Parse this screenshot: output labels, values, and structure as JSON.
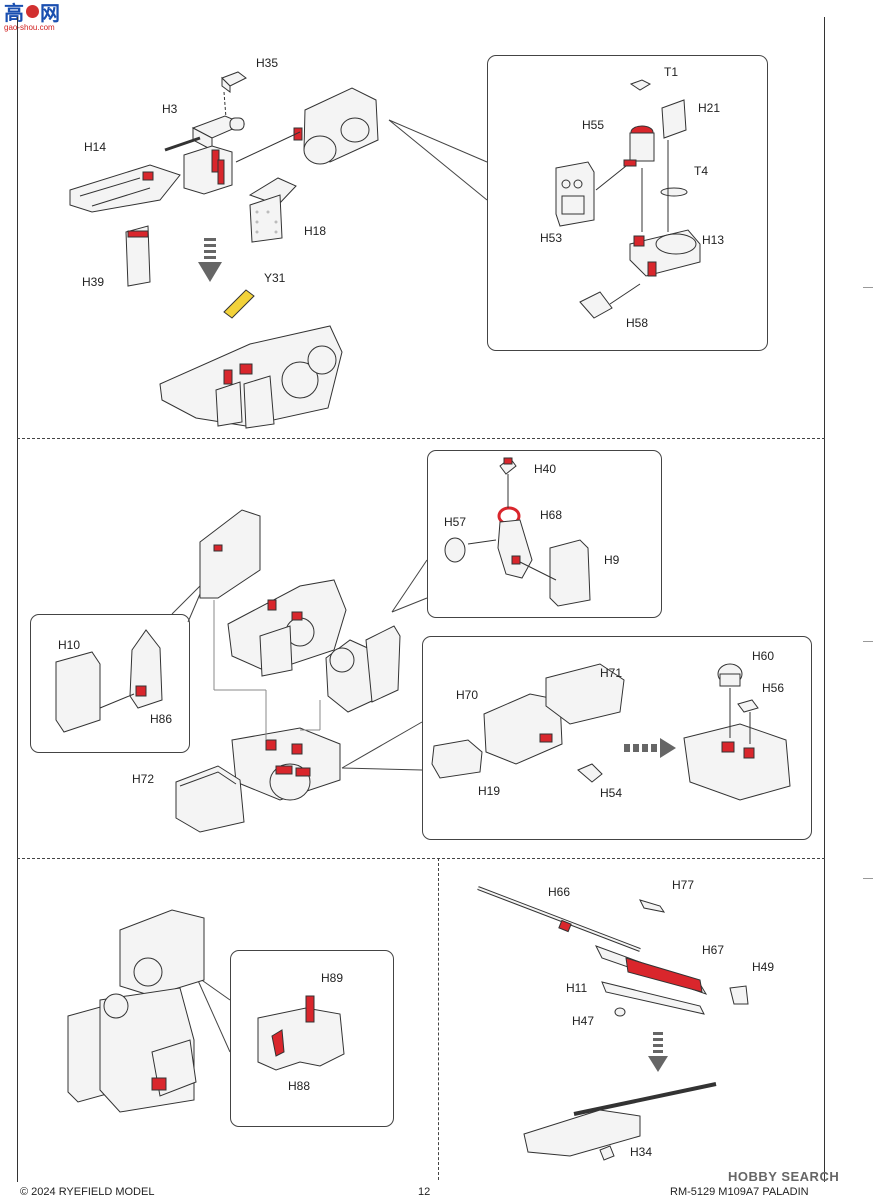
{
  "logo": {
    "text": "高●网",
    "sub": "gao-shou.com"
  },
  "watermark": "HOBBY SEARCH",
  "footer": {
    "copyright": "© 2024 RYEFIELD MODEL",
    "page_number": "12",
    "product": "RM-5129 M109A7 PALADIN"
  },
  "step1": {
    "labels": [
      "H35",
      "H3",
      "H14",
      "H18",
      "H39",
      "Y31"
    ],
    "callout_labels": [
      "T1",
      "H21",
      "H55",
      "T4",
      "H53",
      "H13",
      "H58"
    ]
  },
  "step2": {
    "callout_top_labels": [
      "H40",
      "H57",
      "H68",
      "H9"
    ],
    "callout_left_labels": [
      "H10",
      "H86"
    ],
    "main_labels": [
      "H72"
    ],
    "callout_right_labels": [
      "H70",
      "H71",
      "H19",
      "H54",
      "H60",
      "H56"
    ]
  },
  "step3": {
    "callout_labels": [
      "H89",
      "H88"
    ]
  },
  "step4": {
    "labels": [
      "H66",
      "H77",
      "H67",
      "H49",
      "H11",
      "H47",
      "H34"
    ]
  },
  "colors": {
    "highlight": "#d9262c",
    "yellow": "#f2d23a",
    "line": "#333333"
  }
}
